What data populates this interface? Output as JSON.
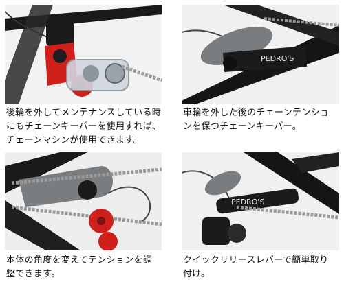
{
  "panels": [
    {
      "caption_lines": [
        "後輪を外してメンテナンスしている時",
        "にもチェーンキーパーを使用すれば、",
        "チェーンマシンが使用できます。"
      ]
    },
    {
      "caption_lines": [
        "車輪を外した後のチェーンテンショ",
        "ンを保つチェーンキーパー。"
      ]
    },
    {
      "caption_lines": [
        "本体の角度を変えてテンションを調",
        "整できます。"
      ]
    },
    {
      "caption_lines": [
        "クイックリリースレバーで簡単取り",
        "付け。"
      ]
    }
  ],
  "brand_logo_text": "PEDRO'S",
  "colors": {
    "derailleur_red": "#d0201c",
    "frame_black": "#141414",
    "keeper_gray": "#7a7d80",
    "chain_silver": "#9a9a9a"
  }
}
